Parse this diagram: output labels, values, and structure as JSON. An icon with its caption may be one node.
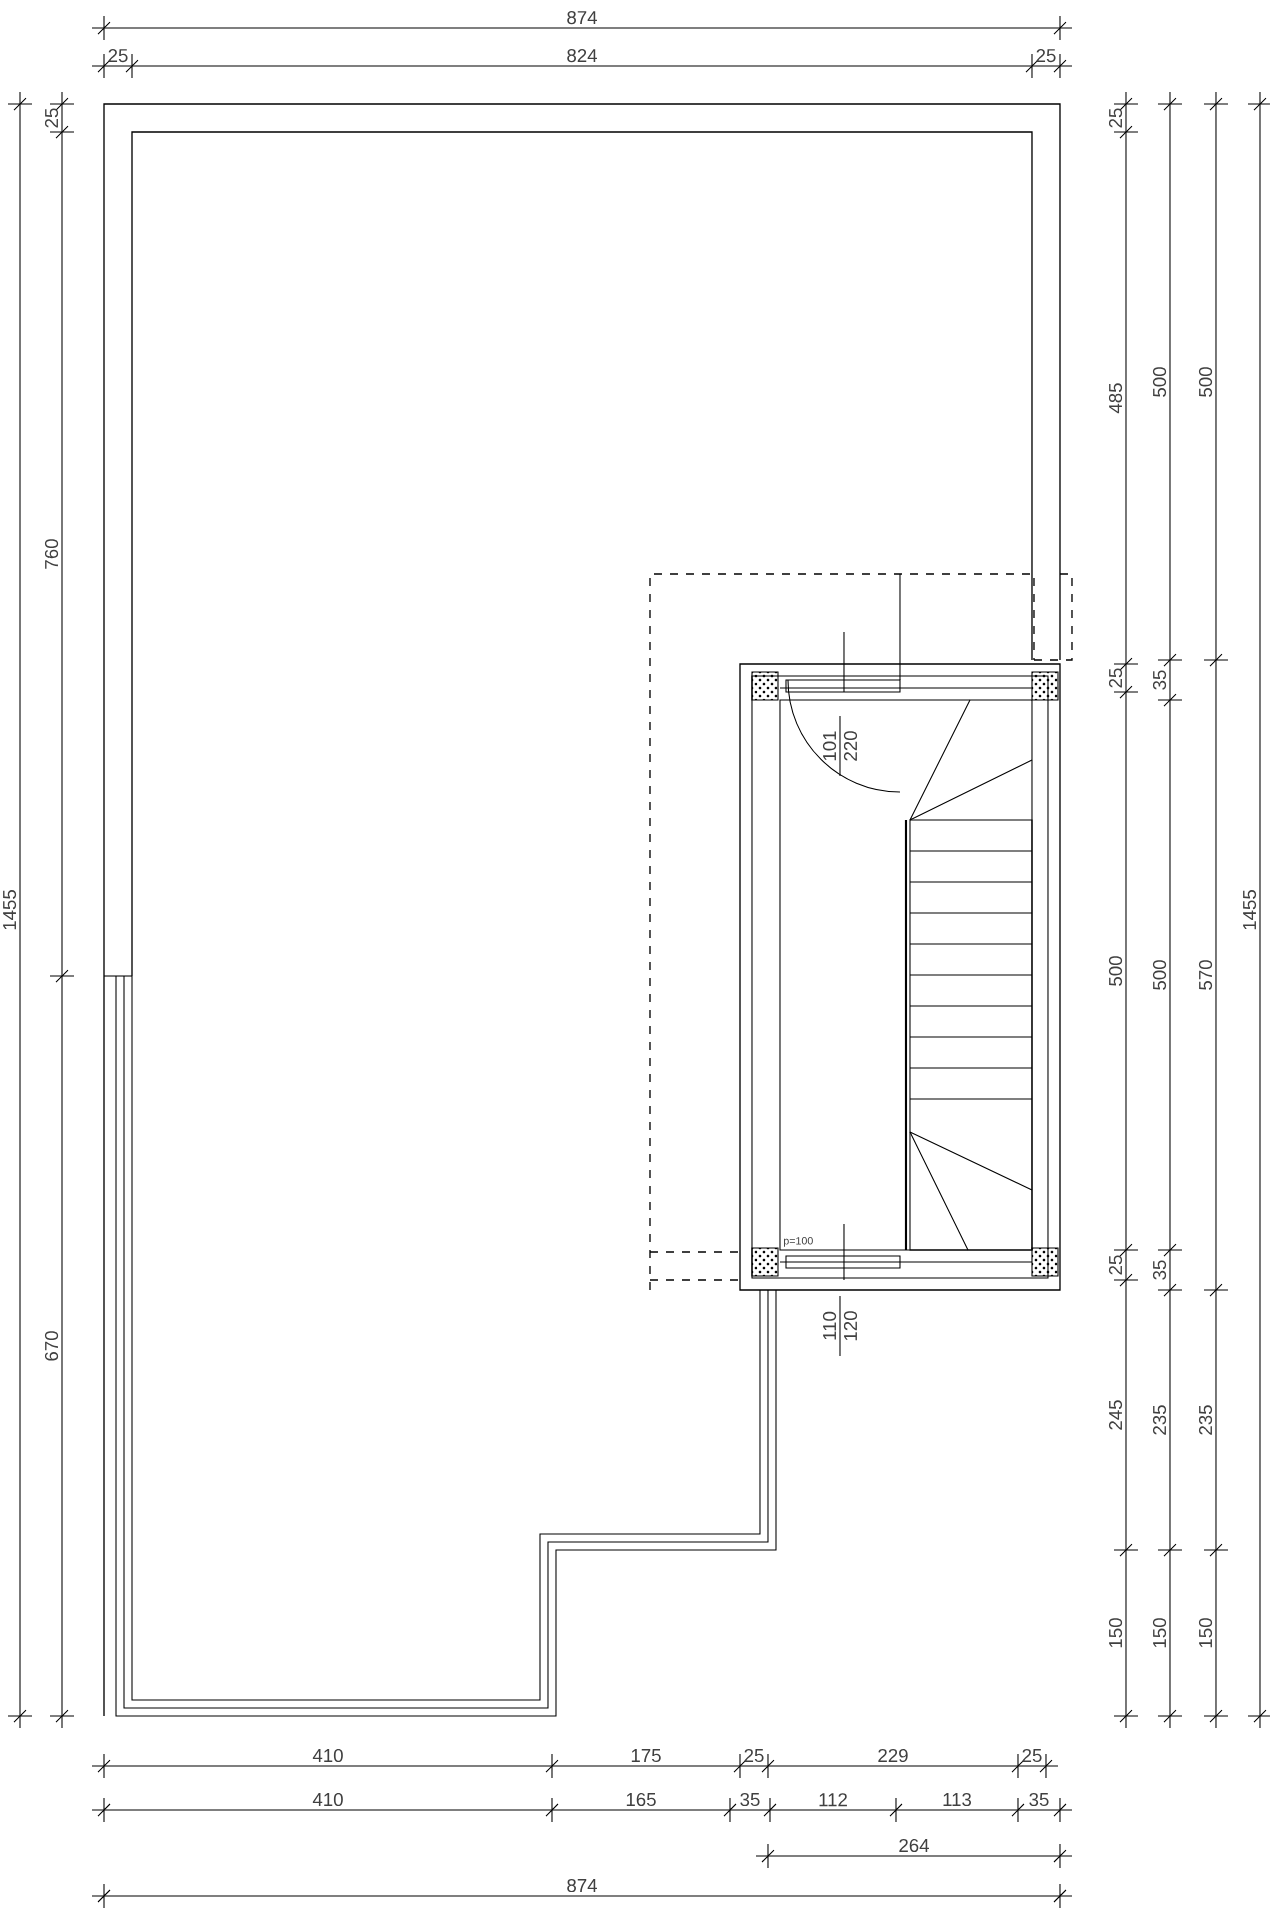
{
  "diagram": {
    "labels": [
      "874",
      "25",
      "824",
      "25",
      "1455",
      "25",
      "760",
      "670",
      "25",
      "485",
      "25",
      "500",
      "25",
      "245",
      "150",
      "500",
      "35",
      "500",
      "35",
      "235",
      "150",
      "500",
      "570",
      "235",
      "150",
      "1455",
      "101",
      "220",
      "p=100",
      "110",
      "120",
      "410",
      "175",
      "25",
      "229",
      "25",
      "410",
      "165",
      "35",
      "112",
      "113",
      "35",
      "264",
      "874"
    ]
  }
}
